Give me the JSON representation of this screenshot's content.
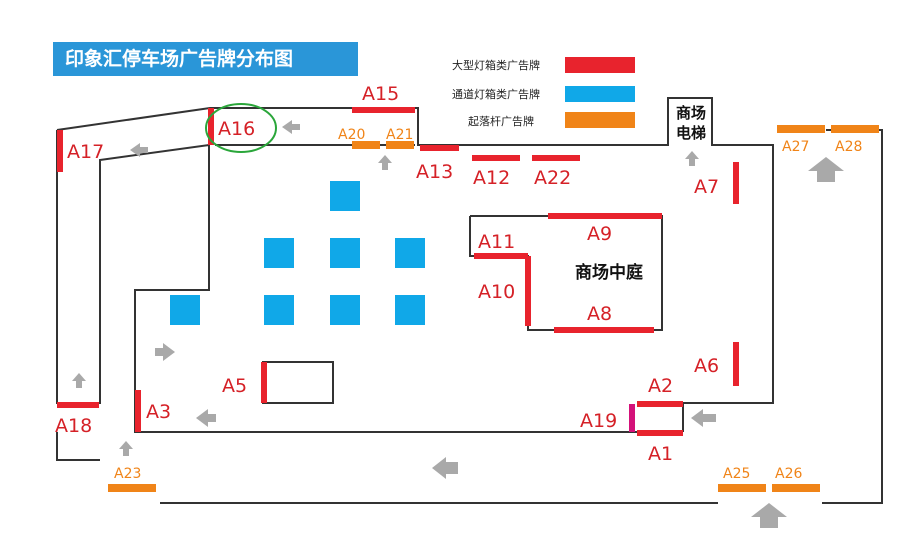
{
  "title": "印象汇停车场广告牌分布图",
  "legend": [
    {
      "label": "大型灯箱类广告牌",
      "color": "#e8232d"
    },
    {
      "label": "通道灯箱类广告牌",
      "color": "#10a8e8"
    },
    {
      "label": "起落杆广告牌",
      "color": "#f08418"
    }
  ],
  "places": {
    "elevator_line1": "商场",
    "elevator_line2": "电梯",
    "atrium": "商场中庭"
  },
  "colors": {
    "large_lightbox": "#e8232d",
    "channel_lightbox": "#10a8e8",
    "barrier_gate": "#f08418",
    "special": "#d4127a",
    "wall": "#333333",
    "arrow": "#a9a9a9",
    "label_red": "#d52127",
    "title_bg": "#2a96d8"
  },
  "billboards": [
    {
      "id": "A1",
      "label": "A1",
      "type": "large"
    },
    {
      "id": "A2",
      "label": "A2",
      "type": "large"
    },
    {
      "id": "A3",
      "label": "A3",
      "type": "large"
    },
    {
      "id": "A5",
      "label": "A5",
      "type": "large"
    },
    {
      "id": "A6",
      "label": "A6",
      "type": "large"
    },
    {
      "id": "A7",
      "label": "A7",
      "type": "large"
    },
    {
      "id": "A8",
      "label": "A8",
      "type": "large"
    },
    {
      "id": "A9",
      "label": "A9",
      "type": "large"
    },
    {
      "id": "A10",
      "label": "A10",
      "type": "large"
    },
    {
      "id": "A11",
      "label": "A11",
      "type": "large"
    },
    {
      "id": "A12",
      "label": "A12",
      "type": "large"
    },
    {
      "id": "A13",
      "label": "A13",
      "type": "large"
    },
    {
      "id": "A15",
      "label": "A15",
      "type": "large"
    },
    {
      "id": "A16",
      "label": "A16",
      "type": "large",
      "highlighted": true
    },
    {
      "id": "A17",
      "label": "A17",
      "type": "large"
    },
    {
      "id": "A18",
      "label": "A18",
      "type": "large"
    },
    {
      "id": "A19",
      "label": "A19",
      "type": "special"
    },
    {
      "id": "A20",
      "label": "A20",
      "type": "barrier"
    },
    {
      "id": "A21",
      "label": "A21",
      "type": "barrier"
    },
    {
      "id": "A22",
      "label": "A22",
      "type": "large"
    },
    {
      "id": "A23",
      "label": "A23",
      "type": "barrier"
    },
    {
      "id": "A25",
      "label": "A25",
      "type": "barrier"
    },
    {
      "id": "A26",
      "label": "A26",
      "type": "barrier"
    },
    {
      "id": "A27",
      "label": "A27",
      "type": "barrier"
    },
    {
      "id": "A28",
      "label": "A28",
      "type": "barrier"
    }
  ]
}
